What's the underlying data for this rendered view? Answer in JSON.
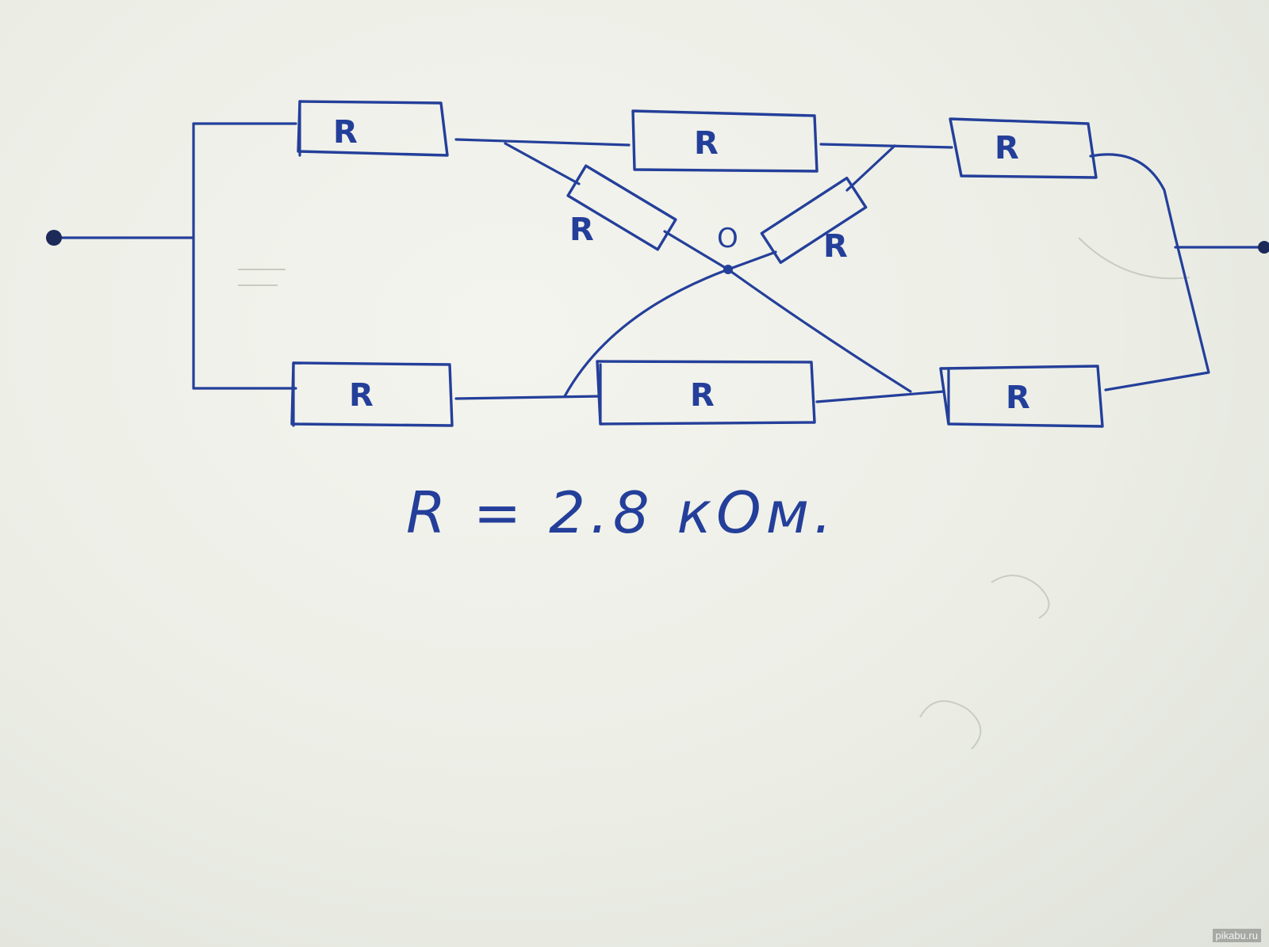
{
  "ink_color": "#243f9a",
  "resistor_label": "R",
  "node_label": "O",
  "caption": "R = 2.8 кОм.",
  "watermark": "pikabu.ru"
}
